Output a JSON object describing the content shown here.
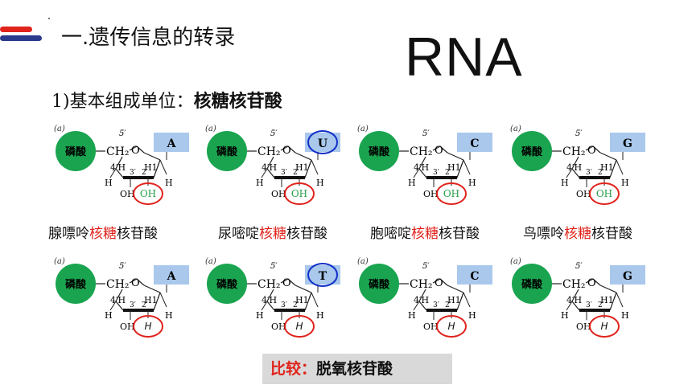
{
  "header": {
    "title": "一.遗传信息的转录",
    "big_label": "RNA",
    "subtitle_prefix": "1)基本组成单位：",
    "subtitle_bold": "核糖核苷酸"
  },
  "colors": {
    "phosphate_green": "#1aa450",
    "base_box_blue": "#a9c8ec",
    "highlight_red": "#e0231c",
    "highlight_blue": "#1230c8",
    "oh_green": "#2aa04a",
    "bar_red": "#e0231c",
    "bar_blue": "#2a3a8c",
    "compare_bg": "#d9d9d9"
  },
  "molecule_labels": {
    "panel": "(a)",
    "phosphate": "磷酸",
    "ch2": "CH₂",
    "five_prime": "5′",
    "ring_o": "O",
    "four_prime_h": "4′H",
    "one_prime_h": "H1′",
    "three_prime": "3′",
    "two_prime": "2′",
    "h": "H",
    "oh": "OH"
  },
  "ribonucleotides": [
    {
      "base": "A",
      "caption_prefix": "腺嘌呤",
      "caption_red": "核糖",
      "caption_suffix": "核苷酸",
      "base_circled": false,
      "two_prime_group": "OH"
    },
    {
      "base": "U",
      "caption_prefix": "尿嘧啶",
      "caption_red": "核糖",
      "caption_suffix": "核苷酸",
      "base_circled": true,
      "two_prime_group": "OH"
    },
    {
      "base": "C",
      "caption_prefix": "胞嘧啶",
      "caption_red": "核糖",
      "caption_suffix": "核苷酸",
      "base_circled": false,
      "two_prime_group": "OH"
    },
    {
      "base": "G",
      "caption_prefix": "鸟嘌呤",
      "caption_red": "核糖",
      "caption_suffix": "核苷酸",
      "base_circled": false,
      "two_prime_group": "OH"
    }
  ],
  "deoxyribonucleotides": [
    {
      "base": "A",
      "base_circled": false,
      "two_prime_group": "H"
    },
    {
      "base": "T",
      "base_circled": true,
      "two_prime_group": "H"
    },
    {
      "base": "C",
      "base_circled": false,
      "two_prime_group": "H"
    },
    {
      "base": "G",
      "base_circled": false,
      "two_prime_group": "H"
    }
  ],
  "compare": {
    "label": "比较：",
    "value": "脱氧核苷酸"
  }
}
